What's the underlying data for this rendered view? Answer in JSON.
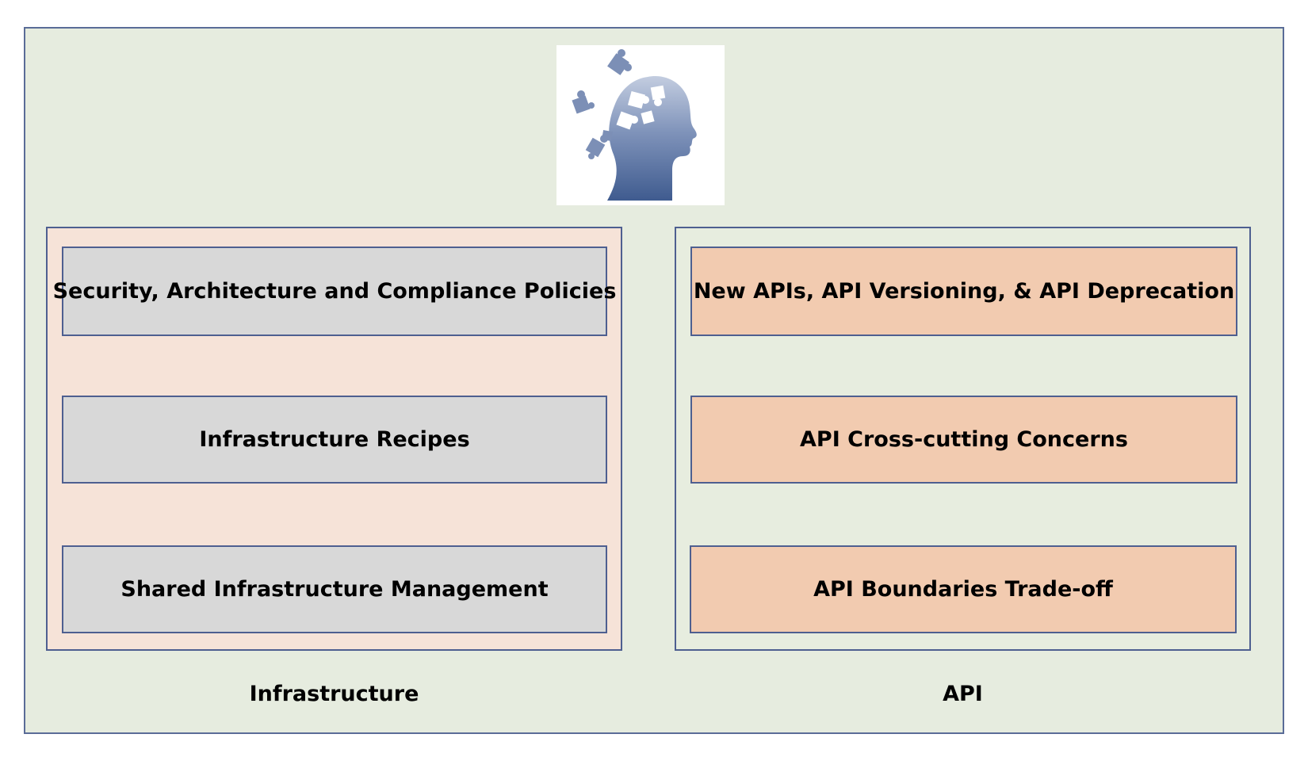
{
  "colors": {
    "outer_background": "#e6ecdf",
    "border": "#4e5f90",
    "infrastructure_panel": "#f6e3d8",
    "api_panel": "#e7eddf",
    "infrastructure_item": "#d8d8d8",
    "api_item": "#f2cbb0",
    "head_icon": "#3f5b8f"
  },
  "header_icon": "head-with-puzzle-pieces-icon",
  "infrastructure": {
    "caption": "Infrastructure",
    "items": [
      "Security, Architecture and Compliance Policies",
      "Infrastructure Recipes",
      "Shared Infrastructure Management"
    ]
  },
  "api": {
    "caption": "API",
    "items": [
      "New APIs, API Versioning, & API Deprecation",
      "API Cross-cutting Concerns",
      "API Boundaries Trade-off"
    ]
  }
}
